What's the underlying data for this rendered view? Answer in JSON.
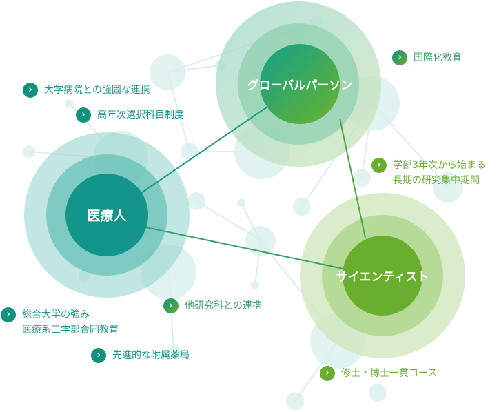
{
  "hubs": {
    "global": "グローバルパーソン",
    "medical": "医療人",
    "scientist": "サイエンティスト"
  },
  "labels": {
    "international": "国際化教育",
    "hospital": "大学病院との強固な連携",
    "electives": "高年次選択科目制度",
    "research_1": "学部3年次から始まる",
    "research_2": "長期の研究集中期間",
    "university_1": "総合大学の強み",
    "university_2": "医療系三学部合同教育",
    "other_grad": "他研究科との連携",
    "pharmacy": "先進的な附属薬局",
    "masters_phd": "修士・博士一貫コース"
  },
  "icons": {
    "bullet": "chevron-right-icon"
  },
  "colors": {
    "teal": "#14907f",
    "green": "#66ad30"
  }
}
